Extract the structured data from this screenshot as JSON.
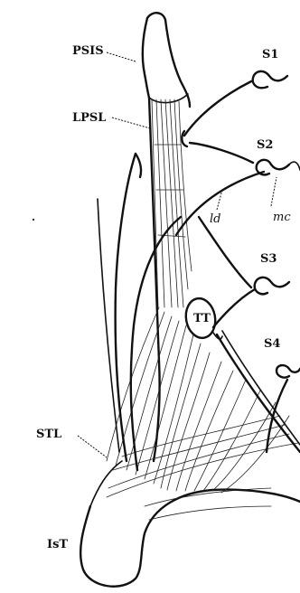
{
  "labels": {
    "psis": "PSIS",
    "lpsl": "LPSL",
    "s1": "S1",
    "s2": "S2",
    "s3": "S3",
    "s4": "S4",
    "ld": "ld",
    "mc": "mc",
    "tt": "TT",
    "stl": "STL",
    "ist": "IsT"
  }
}
